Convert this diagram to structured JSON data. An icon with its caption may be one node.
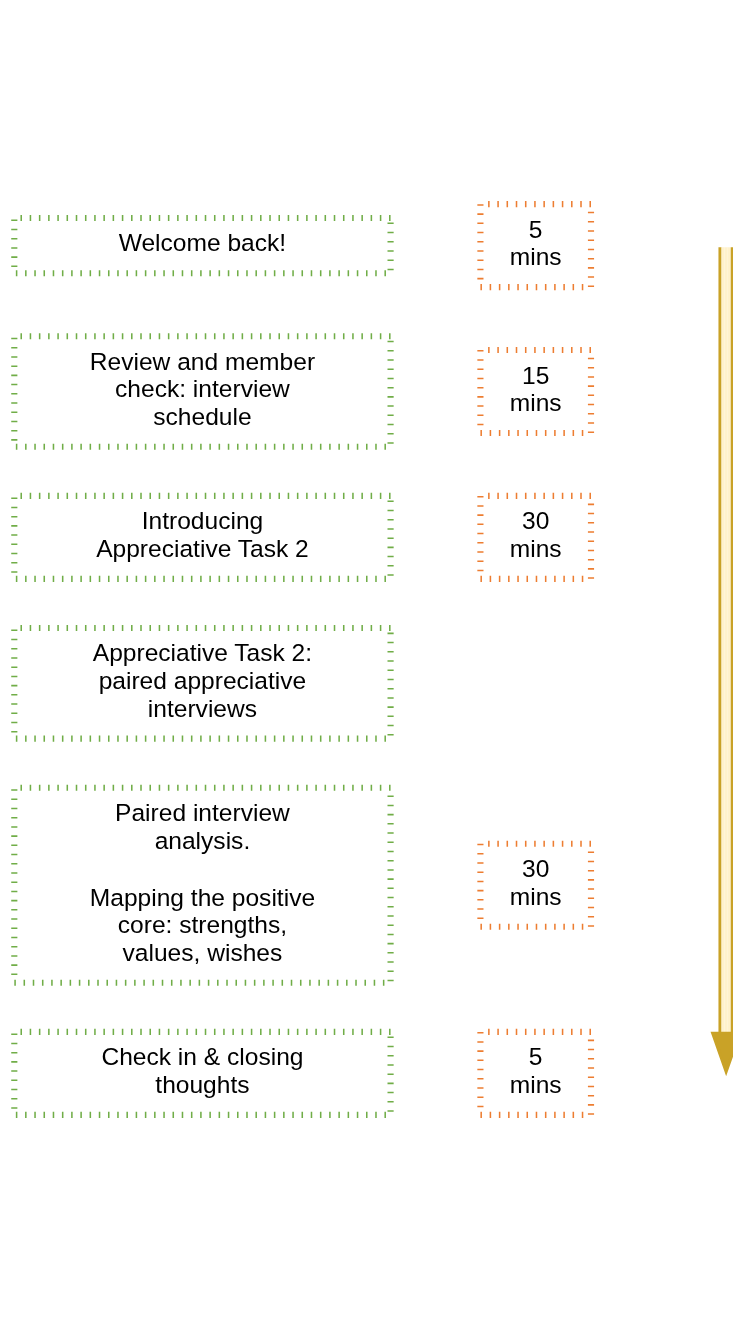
{
  "diagram": {
    "nodes": [
      {
        "text": [
          "Welcome back!"
        ]
      },
      {
        "text": [
          "5 mins"
        ]
      },
      {
        "text": [
          "Review and member check: interview schedule"
        ]
      },
      {
        "text": [
          "15 mins"
        ]
      },
      {
        "text": [
          "Introducing Appreciative Task 2"
        ]
      },
      {
        "text": [
          "30 mins"
        ]
      },
      {
        "text": [
          "Appreciative Task 2: paired appreciative interviews"
        ]
      },
      {
        "text": [
          "Paired interview analysis.",
          "Mapping the positive core: strengths, values, wishes"
        ]
      },
      {
        "text": [
          "30 mins"
        ]
      },
      {
        "text": [
          "Check in & closing thoughts"
        ]
      },
      {
        "text": [
          "5 mins"
        ]
      }
    ],
    "edges": []
  }
}
